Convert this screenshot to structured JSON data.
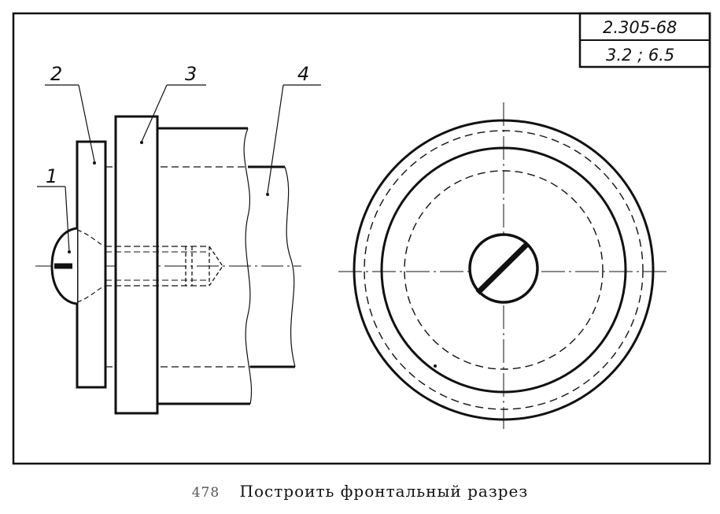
{
  "stamp": {
    "standard": "2.305-68",
    "reference": "3.2 ; 6.5"
  },
  "labels": {
    "part_1": "1",
    "part_2": "2",
    "part_3": "3",
    "part_4": "4"
  },
  "caption": {
    "number": "478",
    "text": "Построить фронтальный разрез"
  },
  "colors": {
    "ink": "#111111",
    "paper": "#ffffff"
  }
}
